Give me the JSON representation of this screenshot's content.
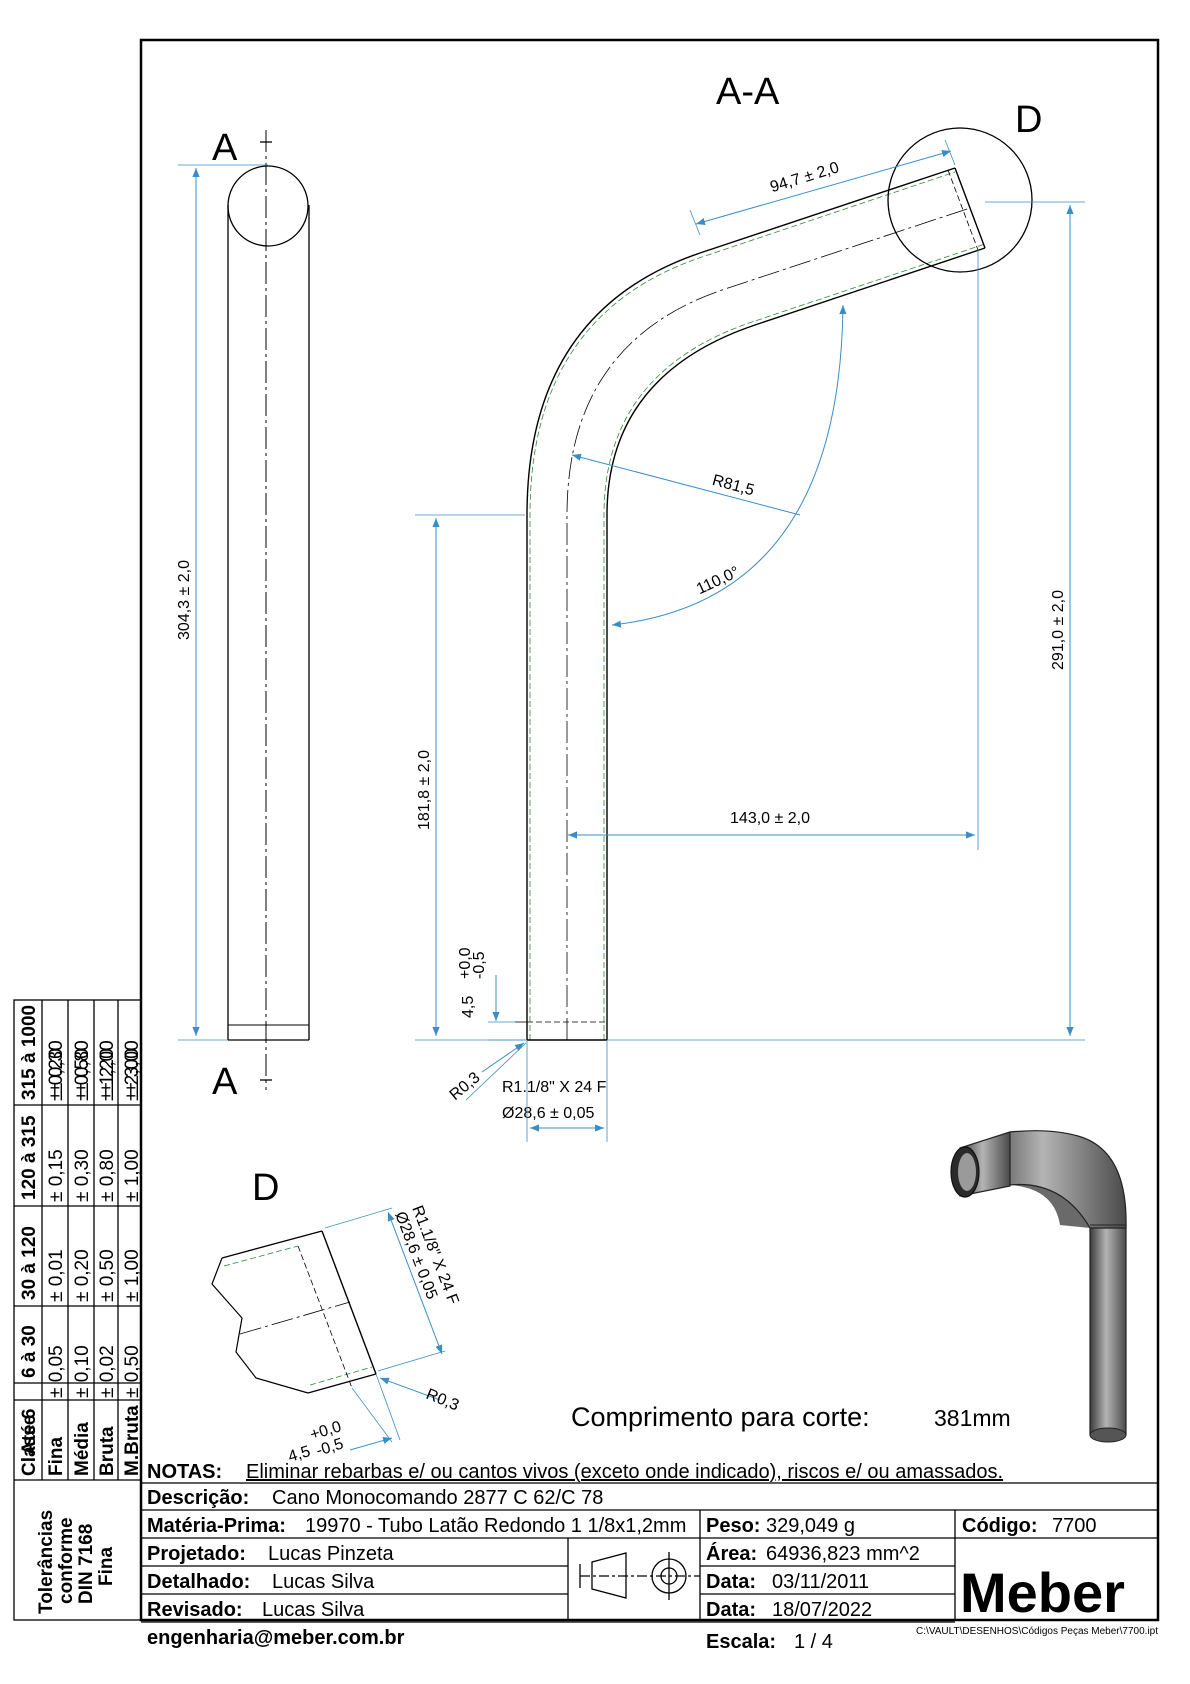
{
  "section_label": "A-A",
  "cut_top": "A",
  "cut_bottom": "A",
  "detail_label": "D",
  "detail_view_label": "D",
  "dimensions": {
    "straight_length": "304,3 ± 2,0",
    "end_length": "94,7 ± 2,0",
    "height": "291,0 ± 2,0",
    "lower_length": "181,8 ± 2,0",
    "horizontal": "143,0 ± 2,0",
    "bend_radius": "R81,5",
    "angle": "110,0°",
    "chamfer_depth": "4,5",
    "tol_plus": "+0,0",
    "tol_minus": "-0,5",
    "edge_radius": "R0,3",
    "thread": "R1.1/8\" X 24 F",
    "diameter": "Ø28,6 ± 0,05"
  },
  "detail_dimensions": {
    "thread": "R1.1/8\" X 24 F",
    "diameter": "Ø28,6 ± 0,05",
    "edge_radius": "R0,3",
    "chamfer_depth": "4,5",
    "tol_plus": "+0,0",
    "tol_minus": "-0,5"
  },
  "cut_length": {
    "label": "Comprimento para corte:",
    "value": "381mm"
  },
  "tolerance_table": {
    "header": "Tolerâncias conforme DIN 7168 Fina",
    "classes_header": "Classe",
    "classes": [
      "Fina",
      "Média",
      "Bruta",
      "M.Bruta"
    ],
    "ranges": [
      "Até 6",
      "6 à 30",
      "30 à 120",
      "120 à 315",
      "315 à 1000"
    ],
    "values": [
      [
        "± 0,05",
        "± 0,10",
        "± 0,02",
        "± 0,50"
      ],
      [
        "± 0,01",
        "± 0,20",
        "± 0,50",
        "± 1,00"
      ],
      [
        "± 0,15",
        "± 0,30",
        "± 0,80",
        "± 1,00"
      ],
      [
        "± 0,20",
        "± 0,50",
        "± 1,20",
        "± 2,00"
      ],
      [
        "± 0,30",
        "± 0,80",
        "± 2,00",
        "± 3,00"
      ]
    ]
  },
  "title_block": {
    "notes_label": "NOTAS:",
    "notes": "Eliminar rebarbas e/ ou cantos vivos (exceto onde indicado), riscos e/ ou amassados.",
    "descricao_label": "Descrição:",
    "descricao": "Cano Monocomando 2877 C 62/C 78",
    "materia_label": "Matéria-Prima:",
    "materia": "19970 - Tubo Latão Redondo  1 1/8x1,2mm",
    "peso_label": "Peso:",
    "peso": "329,049 g",
    "codigo_label": "Código:",
    "codigo": "7700",
    "projetado_label": "Projetado:",
    "projetado": "Lucas Pinzeta",
    "area_label": "Área:",
    "area": "64936,823 mm^2",
    "detalhado_label": "Detalhado:",
    "detalhado": "Lucas Silva",
    "data1_label": "Data:",
    "data1": "03/11/2011",
    "revisado_label": "Revisado:",
    "revisado": "Lucas Silva",
    "data2_label": "Data:",
    "data2": "18/07/2022",
    "email": "engenharia@meber.com.br",
    "escala_label": "Escala:",
    "escala": "1 / 4",
    "brand": "Meber"
  },
  "file_path": "C:\\VAULT\\DESENHOS\\Códigos Peças Meber\\7700.ipt",
  "colors": {
    "dimension": "#3a8ec6",
    "line": "#000000",
    "thread": "#2e8b3a"
  }
}
